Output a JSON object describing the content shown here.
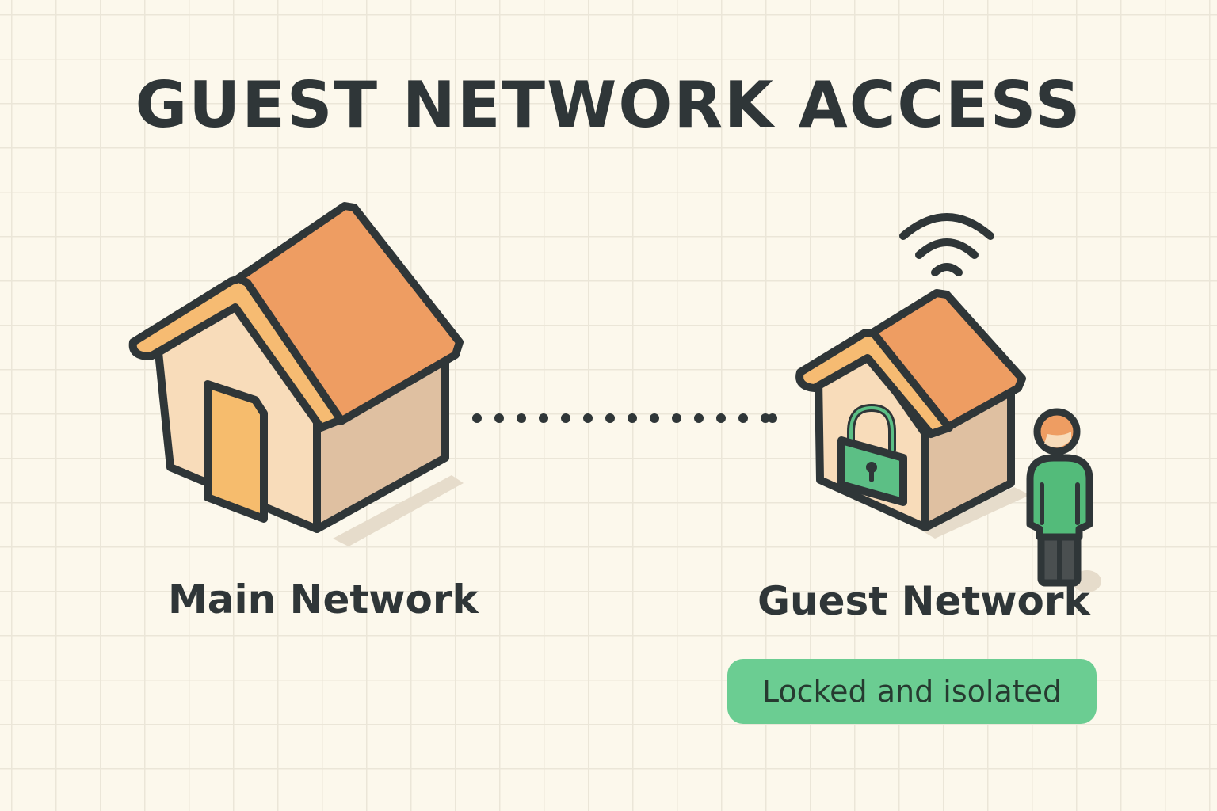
{
  "title": "GUEST NETWORK ACCESS",
  "main_network": {
    "label": "Main Network",
    "icon": "house-icon"
  },
  "guest_network": {
    "label": "Guest Network",
    "icon": "house-lock-icon",
    "wifi_icon": "wifi-icon",
    "person_icon": "person-icon",
    "status_badge": "Locked and isolated"
  },
  "connection": {
    "style": "dotted"
  },
  "colors": {
    "background": "#fcf8ec",
    "grid": "#ebe6d8",
    "outline": "#2f3638",
    "roof": "#ee9d62",
    "eave": "#f6bb72",
    "wall_front": "#f8dcba",
    "wall_side": "#dfc0a1",
    "door": "#f6bc6d",
    "lock": "#5cbf85",
    "badge": "#6bcd92",
    "person_shirt": "#53bb7a",
    "person_hair": "#ee9d62",
    "person_pants": "#2f3638"
  }
}
